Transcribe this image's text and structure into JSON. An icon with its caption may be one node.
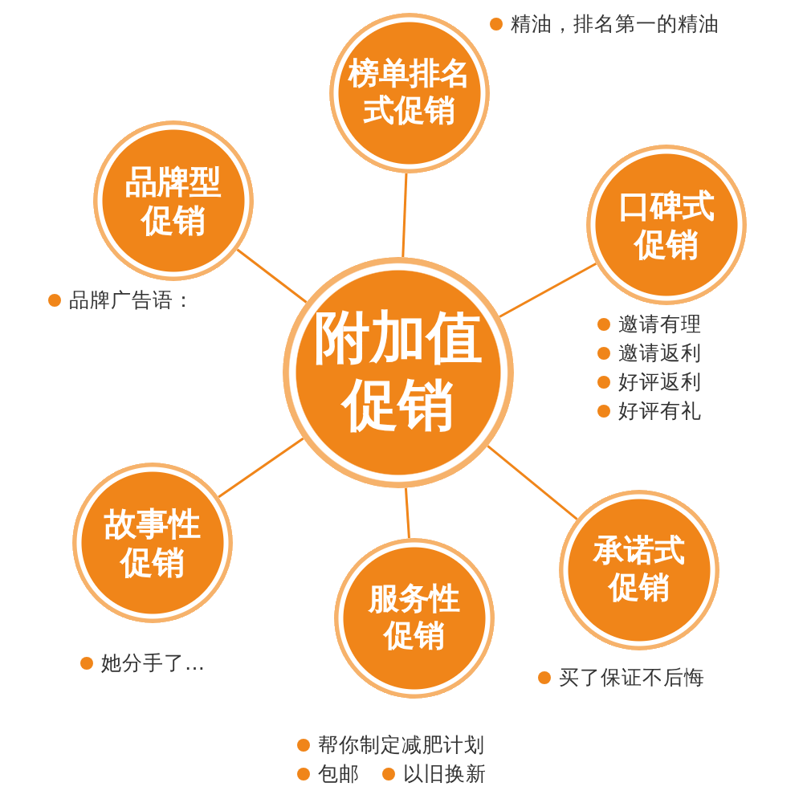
{
  "diagram": {
    "nodes": [
      {
        "text": [
          "附加值促销"
        ]
      },
      {
        "text": [
          "榜单排名式促销"
        ],
        "beside": [
          "精油，排名第一的精油"
        ]
      },
      {
        "text": [
          "品牌型促销"
        ],
        "beside": [
          "品牌广告语："
        ]
      },
      {
        "text": [
          "口碑式促销"
        ],
        "beside": [
          "邀请有理",
          "邀请返利",
          "好评返利",
          "好评有礼"
        ]
      },
      {
        "text": [
          "故事性促销"
        ],
        "beside": [
          "她分手了…"
        ]
      },
      {
        "text": [
          "服务性促销"
        ],
        "beside": [
          "帮你制定减肥计划",
          "包邮",
          "以旧换新"
        ]
      },
      {
        "text": [
          "承诺式促销"
        ],
        "beside": [
          "买了保证不后悔"
        ]
      }
    ],
    "edges": [
      {
        "from": 0,
        "to": 1,
        "arrow": "none"
      },
      {
        "from": 0,
        "to": 2,
        "arrow": "none"
      },
      {
        "from": 0,
        "to": 3,
        "arrow": "none"
      },
      {
        "from": 0,
        "to": 4,
        "arrow": "none"
      },
      {
        "from": 0,
        "to": 5,
        "arrow": "none"
      },
      {
        "from": 0,
        "to": 6,
        "arrow": "none"
      }
    ]
  }
}
